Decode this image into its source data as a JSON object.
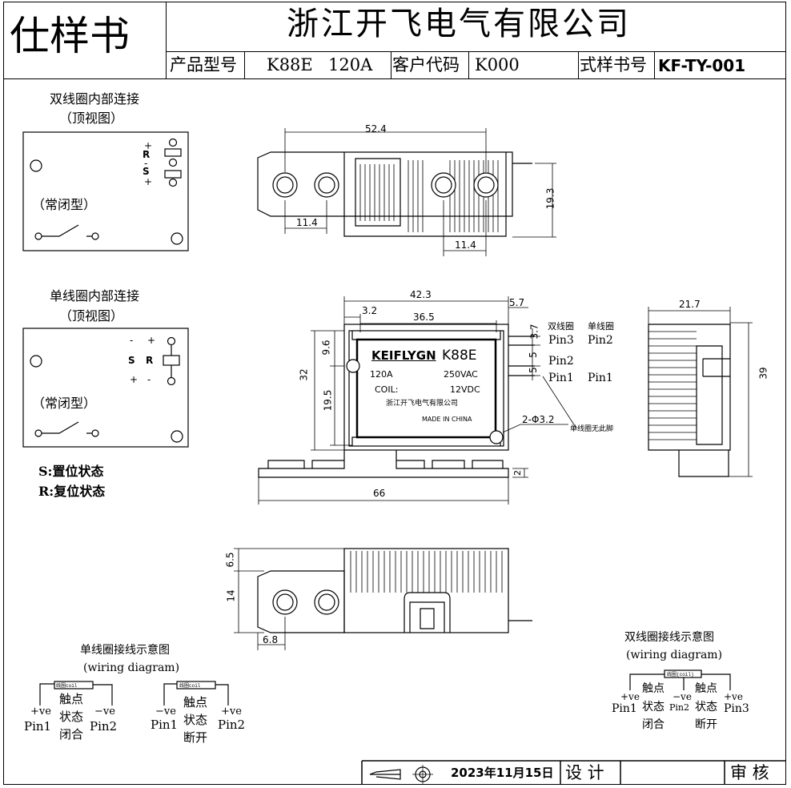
{
  "title_block": {
    "doc_type": "仕样书",
    "company": "浙江开飞电气有限公司",
    "product_model_label": "产品型号",
    "product_model_value": "K88E",
    "rating": "120A",
    "customer_code_label": "客户代码",
    "customer_code_value": "K000",
    "spec_no_label": "式样书号",
    "spec_no_value": "KF-TY-001"
  },
  "left_panel": {
    "dual_coil_title": "双线圈内部连接",
    "dual_coil_subtitle": "（顶视图）",
    "dual_coil_type": "（常闭型）",
    "dual_coil_labels": {
      "plus1": "+",
      "r": "R",
      "minus": "-",
      "s": "S",
      "plus2": "+"
    },
    "single_coil_title": "单线圈内部连接",
    "single_coil_subtitle": "（顶视图）",
    "single_coil_type": "（常闭型）",
    "single_coil_labels": {
      "minus1": "-",
      "plus1": "+",
      "s": "S",
      "r": "R",
      "plus2": "+",
      "minus2": "-"
    },
    "legend_s": "S:置位状态",
    "legend_r": "R:复位状态"
  },
  "top_view_dims": {
    "width": "52.4",
    "height": "19.3",
    "pitch_left": "11.4",
    "pitch_right": "11.4"
  },
  "front_view_dims": {
    "d42_3": "42.3",
    "d5_7": "5.7",
    "d3_2": "3.2",
    "d36_5": "36.5",
    "d9_6": "9.6",
    "d32": "32",
    "d19_5": "19.5",
    "d3_7": "3.7",
    "d5_a": "5",
    "d5_b": "5",
    "d66": "66",
    "d2": "2",
    "hole": "2-Φ3.2"
  },
  "pins": {
    "header_dual": "双线圈",
    "header_single": "单线圈",
    "pin3_dual": "Pin3",
    "pin3_single": "Pin2",
    "pin2_dual": "Pin2",
    "pin1_dual": "Pin1",
    "pin1_single": "Pin1",
    "no_pin_note": "单线圈无此脚"
  },
  "label": {
    "brand": "KEIFLYGN",
    "model": "K88E",
    "current": "120A",
    "voltage": "250VAC",
    "coil_label": "COIL:",
    "coil_value": "12VDC",
    "maker": "浙江开飞电气有限公司",
    "origin": "MADE IN CHINA"
  },
  "side_view_dims": {
    "width": "21.7",
    "height": "39"
  },
  "bottom_view_dims": {
    "d6_5": "6.5",
    "d14": "14",
    "d6_8": "6.8"
  },
  "single_wiring": {
    "title": "单线圈接线示意图",
    "subtitle": "(wiring diagram)",
    "coil_tag": "线圈coil",
    "a_plus": "+ve",
    "a_minus": "−ve",
    "a_contact": "触点",
    "a_state": "状态",
    "a_closed": "闭合",
    "a_pin1": "Pin1",
    "a_pin2": "Pin2",
    "b_minus": "−ve",
    "b_plus": "+ve",
    "b_contact": "触点",
    "b_state": "状态",
    "b_open": "断开",
    "b_pin1": "Pin1",
    "b_pin2": "Pin2"
  },
  "dual_wiring": {
    "title": "双线圈接线示意图",
    "subtitle": "(wiring diagram)",
    "coil_tag": "线圈(coil)",
    "plus1": "+ve",
    "minus": "−ve",
    "plus2": "+ve",
    "contact1": "触点",
    "state1": "状态",
    "closed": "闭合",
    "contact2": "触点",
    "state2": "状态",
    "open": "断开",
    "pin1": "Pin1",
    "pin2": "Pin2",
    "pin3": "Pin3"
  },
  "footer": {
    "date": "2023年11月15日",
    "design": "设 计",
    "review": "审 核"
  }
}
